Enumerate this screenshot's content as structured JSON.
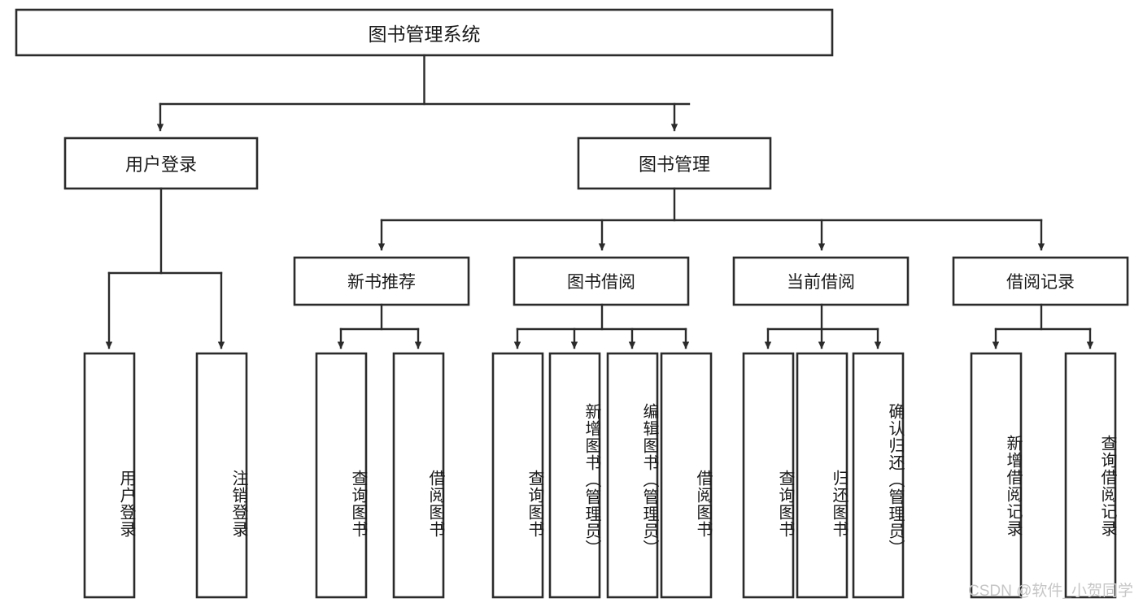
{
  "diagram": {
    "type": "tree",
    "title": "图书管理系统",
    "root": {
      "label": "图书管理系统"
    },
    "level2": [
      {
        "label": "用户登录"
      },
      {
        "label": "图书管理"
      }
    ],
    "level3": [
      {
        "label": "新书推荐"
      },
      {
        "label": "图书借阅"
      },
      {
        "label": "当前借阅"
      },
      {
        "label": "借阅记录"
      }
    ],
    "leaves": {
      "user_login": [
        {
          "label": "用户登录"
        },
        {
          "label": "注销登录"
        }
      ],
      "new_book_recommend": [
        {
          "label": "查询图书"
        },
        {
          "label": "借阅图书"
        }
      ],
      "book_borrow": [
        {
          "label": "查询图书"
        },
        {
          "label": "新增图书（管理员）"
        },
        {
          "label": "编辑图书（管理员）"
        },
        {
          "label": "借阅图书"
        }
      ],
      "current_borrow": [
        {
          "label": "查询图书"
        },
        {
          "label": "归还图书"
        },
        {
          "label": "确认归还（管理员）"
        }
      ],
      "borrow_record": [
        {
          "label": "新增借阅记录"
        },
        {
          "label": "查询借阅记录"
        }
      ]
    }
  },
  "watermark": {
    "text": "CSDN @软件_小贺同学"
  },
  "colors": {
    "background": "#ffffff",
    "box_fill": "#ffffff",
    "stroke": "#2b2b2b",
    "text": "#1a1a1a",
    "watermark": "#c6c6c6"
  }
}
